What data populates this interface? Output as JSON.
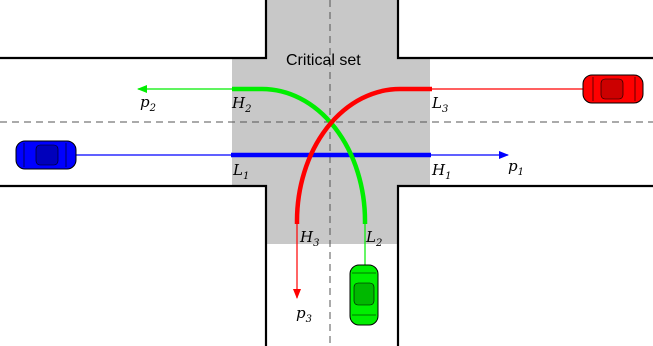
{
  "critical_set": {
    "label": "Critical set",
    "color": "#c8c8c8"
  },
  "colors": {
    "red": "#ff0000",
    "green": "#00ee00",
    "blue": "#0000ff",
    "road": "#000000"
  },
  "points": {
    "H1": {
      "base": "H",
      "sub": "1"
    },
    "H2": {
      "base": "H",
      "sub": "2"
    },
    "H3": {
      "base": "H",
      "sub": "3"
    },
    "L1": {
      "base": "L",
      "sub": "1"
    },
    "L2": {
      "base": "L",
      "sub": "2"
    },
    "L3": {
      "base": "L",
      "sub": "3"
    },
    "p1": {
      "base": "p",
      "sub": "1"
    },
    "p2": {
      "base": "p",
      "sub": "2"
    },
    "p3": {
      "base": "p",
      "sub": "3"
    }
  },
  "vehicles": [
    {
      "name": "blue-car",
      "color": "#0000ff"
    },
    {
      "name": "red-car",
      "color": "#ff0000"
    },
    {
      "name": "green-car",
      "color": "#00ee00"
    }
  ]
}
